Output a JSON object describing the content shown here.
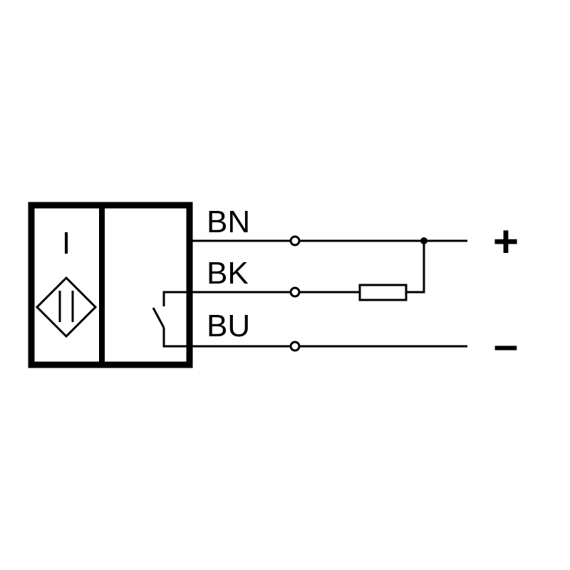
{
  "sensor": {
    "mode_label": "I"
  },
  "wires": {
    "brown": "BN",
    "black": "BK",
    "blue": "BU"
  },
  "supply": {
    "positive": "+",
    "negative": "–"
  }
}
